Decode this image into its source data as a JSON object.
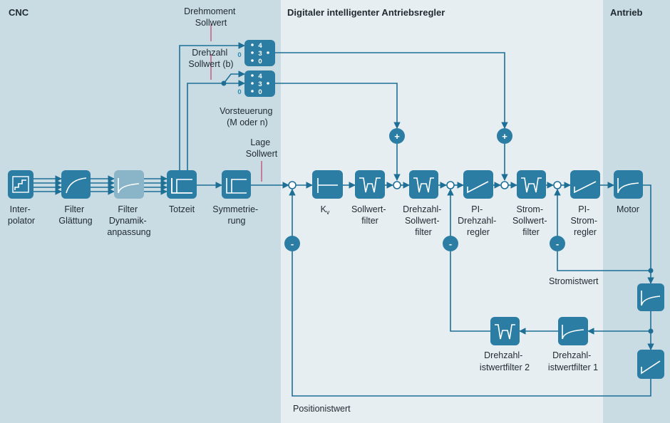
{
  "zones": {
    "cnc": "CNC",
    "controller": "Digitaler intelligenter Antriebsregler",
    "drive": "Antrieb"
  },
  "blocks": {
    "interpolator": [
      "Inter-",
      "polator"
    ],
    "filter_smoothing": [
      "Filter",
      "Glättung"
    ],
    "filter_dynamics": [
      "Filter",
      "Dynamik-",
      "anpassung"
    ],
    "deadtime": [
      "Totzeit"
    ],
    "symmetrization": [
      "Symmetrie-",
      "rung"
    ],
    "kv": {
      "main": "K",
      "sub": "v"
    },
    "setpoint_filter": [
      "Sollwert-",
      "filter"
    ],
    "speed_setpoint_filter": [
      "Drehzahl-",
      "Sollwert-",
      "filter"
    ],
    "pi_speed_controller": [
      "PI-",
      "Drehzahl-",
      "regler"
    ],
    "current_setpoint_filter": [
      "Strom-",
      "Sollwert-",
      "filter"
    ],
    "pi_current_controller": [
      "PI-",
      "Strom-",
      "regler"
    ],
    "motor": [
      "Motor"
    ],
    "speed_actual_filter_2": [
      "Drehzahl-",
      "istwertfilter 2"
    ],
    "speed_actual_filter_1": [
      "Drehzahl-",
      "istwertfilter 1"
    ]
  },
  "annotations": {
    "torque_setpoint": [
      "Drehmoment",
      "Sollwert"
    ],
    "speed_setpoint_b": [
      "Drehzahl",
      "Sollwert (b)"
    ],
    "feedforward": [
      "Vorsteuerung",
      "(M oder n)"
    ],
    "position_setpoint": [
      "Lage",
      "Sollwert"
    ],
    "current_actual": "Stromistwert",
    "position_actual": "Positionistwert"
  },
  "switches": {
    "torque": {
      "options": [
        "4",
        "3",
        "0"
      ],
      "outside": "0"
    },
    "speed": {
      "options": [
        "4",
        "3",
        "0"
      ],
      "outside": "0"
    }
  },
  "signs": {
    "plus": "+",
    "minus": "-"
  },
  "colors": {
    "cnc_bg": "#c9dbe3",
    "controller_bg": "#e6eef2",
    "drive_bg": "#c9dbe3",
    "block": "#2c7da3",
    "block_light": "#8ab4c7",
    "wire": "#1e6f96"
  }
}
